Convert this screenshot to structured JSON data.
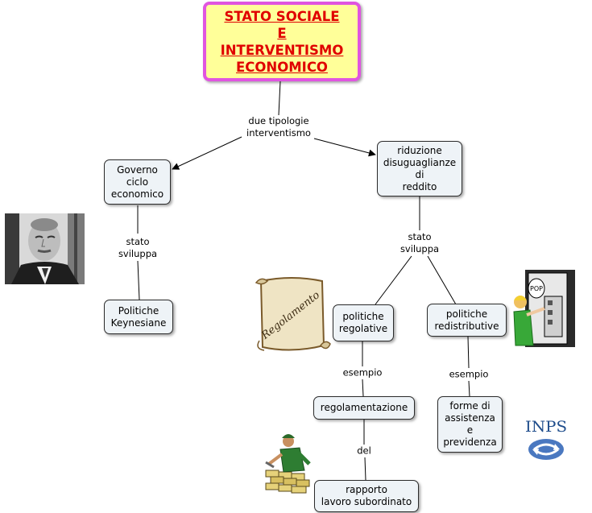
{
  "map": {
    "title": "STATO SOCIALE\nE\nINTERVENTISMO\nECONOMICO",
    "nodes": {
      "governo": "Governo\nciclo\neconomico",
      "riduzione": "riduzione\ndisuguaglianze\ndi\nreddito",
      "keynesiane": "Politiche\nKeynesiane",
      "regolative": "politiche\nregolative",
      "redistributive": "politiche\nredistributive",
      "regolamentazione": "regolamentazione",
      "assistenza": "forme di\nassistenza\ne\nprevidenza",
      "rapporto": "rapporto\nlavoro subordinato"
    },
    "links": {
      "tipologie": "due tipologie\ninterventismo",
      "stato_left": "stato\nsviluppa",
      "stato_right": "stato\nsviluppa",
      "esempio_left": "esempio",
      "esempio_right": "esempio",
      "del": "del"
    },
    "images": {
      "scroll_text": "Regolamento",
      "inps_text": "INPS"
    }
  }
}
